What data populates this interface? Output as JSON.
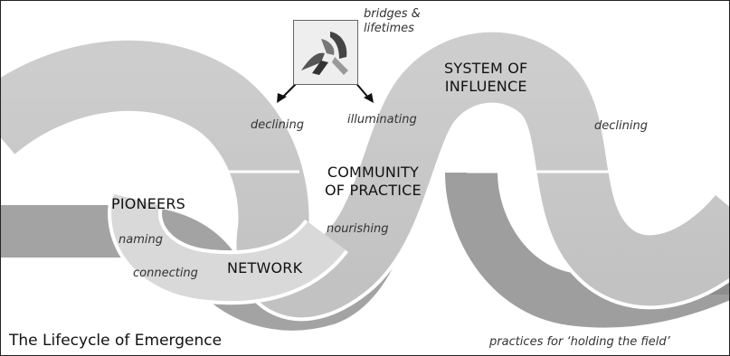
{
  "diagram": {
    "title": "The Lifecycle of Emergence",
    "footer": "practices for ‘holding the field’",
    "bridges_note": [
      "bridges &",
      "lifetimes"
    ],
    "stages": {
      "pioneers": "PIONEERS",
      "network": "NETWORK",
      "community": [
        "COMMUNITY",
        "OF PRACTICE"
      ],
      "system": [
        "SYSTEM OF",
        "INFLUENCE"
      ]
    },
    "practices": {
      "naming": "naming",
      "connecting": "connecting",
      "nourishing": "nourishing",
      "illuminating": "illuminating",
      "declining_left": "declining",
      "declining_right": "declining"
    },
    "photo_icon": "hands-shaking-image",
    "colors": {
      "ribbon_light": "#d0d0d0",
      "ribbon_mid": "#b8b8b8",
      "ribbon_dark": "#9c9c9c",
      "edge": "#ffffff",
      "text": "#111111"
    }
  }
}
